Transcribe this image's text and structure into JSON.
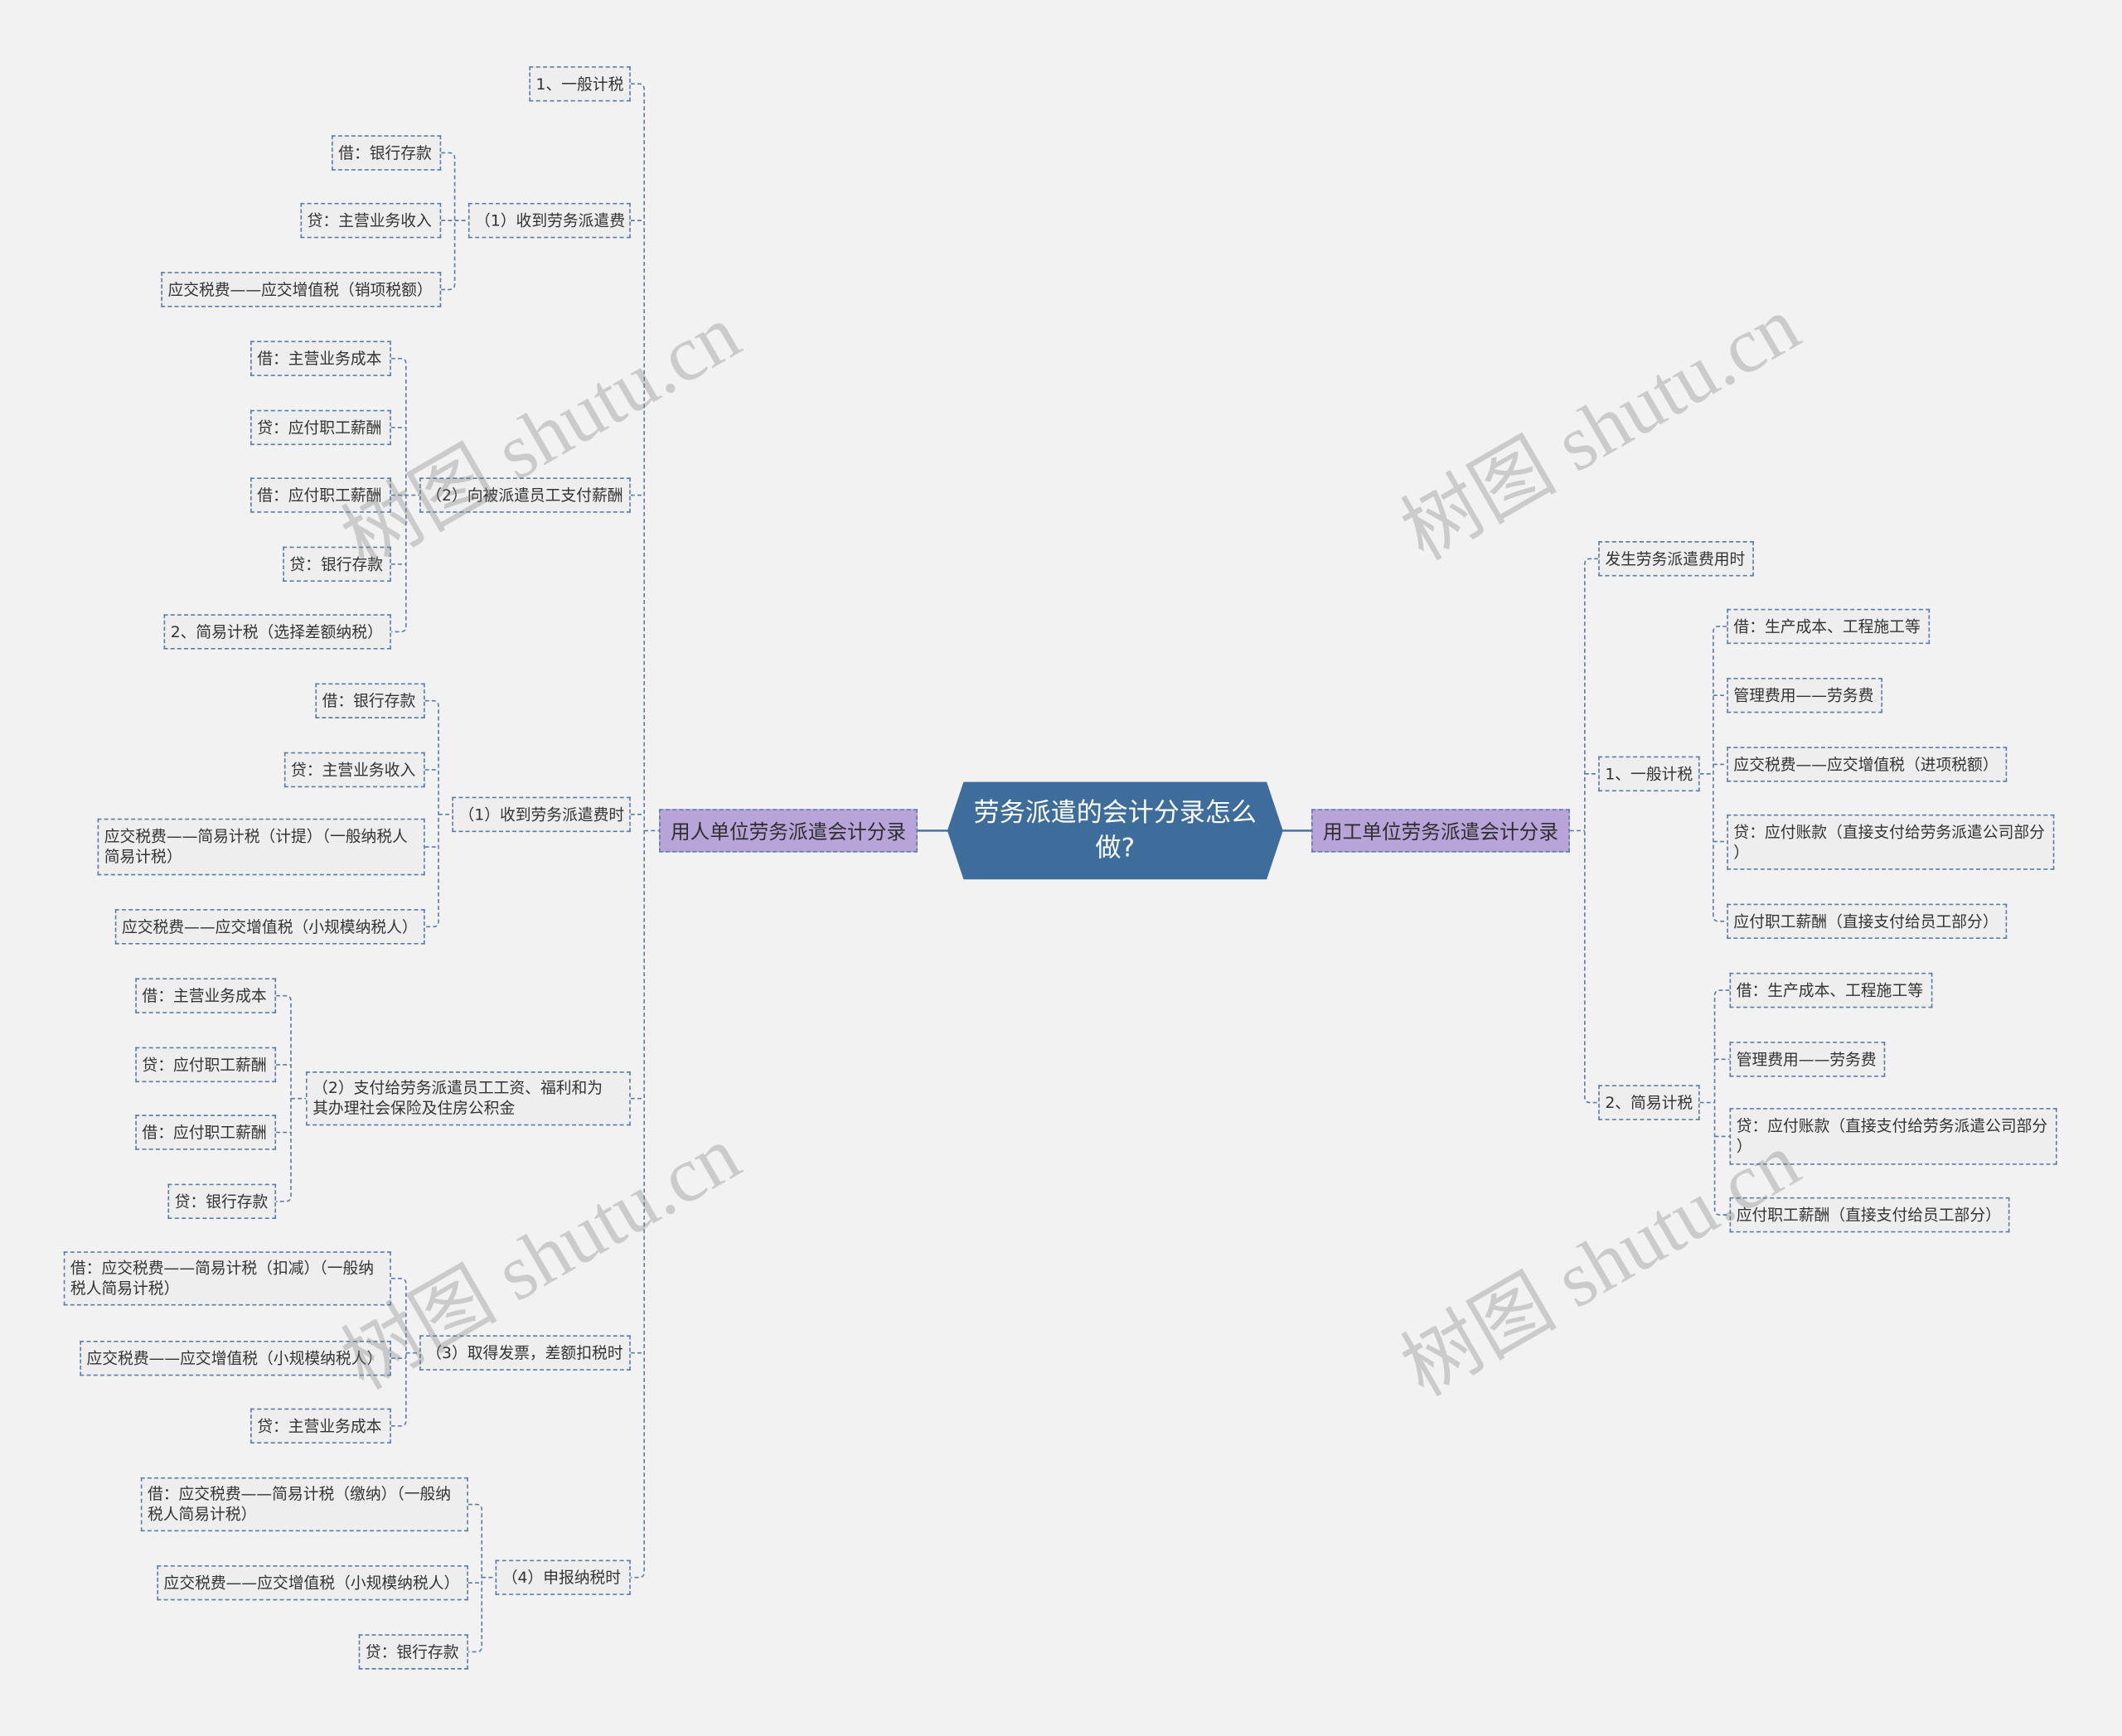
{
  "colors": {
    "background": "#f2f2f2",
    "root_fill": "#3e6d9c",
    "root_text": "#ffffff",
    "branch_fill": "#b9a4da",
    "node_fill": "#eeeeee",
    "line": "#5a7ea9",
    "text": "#333333"
  },
  "watermark": "树图 shutu.cn",
  "root": {
    "title": "劳务派遣的会计分录怎么做?"
  },
  "left_branch": {
    "title": "用人单位劳务派遣会计分录",
    "children": [
      {
        "label": "1、一般计税"
      },
      {
        "label": "（1）收到劳务派遣费",
        "children": [
          "借：银行存款",
          "贷：主营业务收入",
          "应交税费——应交增值税（销项税额）"
        ]
      },
      {
        "label": "（2）向被派遣员工支付薪酬",
        "children": [
          "借：主营业务成本",
          "贷：应付职工薪酬",
          "借：应付职工薪酬",
          "贷：银行存款",
          "2、简易计税（选择差额纳税）"
        ]
      },
      {
        "label": "（1）收到劳务派遣费时",
        "children": [
          "借：银行存款",
          "贷：主营业务收入",
          "应交税费——简易计税（计提）（一般纳税人简易计税）",
          "应交税费——应交增值税（小规模纳税人）"
        ]
      },
      {
        "label": "（2）支付给劳务派遣员工工资、福利和为其办理社会保险及住房公积金",
        "children": [
          "借：主营业务成本",
          "贷：应付职工薪酬",
          "借：应付职工薪酬",
          "贷：银行存款"
        ]
      },
      {
        "label": "（3）取得发票，差额扣税时",
        "children": [
          "借：应交税费——简易计税（扣减）（一般纳税人简易计税）",
          "应交税费——应交增值税（小规模纳税人）",
          "贷：主营业务成本"
        ]
      },
      {
        "label": "（4）申报纳税时",
        "children": [
          "借：应交税费——简易计税（缴纳）（一般纳税人简易计税）",
          "应交税费——应交增值税（小规模纳税人）",
          "贷：银行存款"
        ]
      }
    ]
  },
  "right_branch": {
    "title": "用工单位劳务派遣会计分录",
    "children": [
      {
        "label": "发生劳务派遣费用时"
      },
      {
        "label": "1、一般计税",
        "children": [
          "借：生产成本、工程施工等",
          "管理费用——劳务费",
          "应交税费——应交增值税（进项税额）",
          "贷：应付账款（直接支付给劳务派遣公司部分）",
          "应付职工薪酬（直接支付给员工部分）"
        ]
      },
      {
        "label": "2、简易计税",
        "children": [
          "借：生产成本、工程施工等",
          "管理费用——劳务费",
          "贷：应付账款（直接支付给劳务派遣公司部分）",
          "应付职工薪酬（直接支付给员工部分）"
        ]
      }
    ]
  }
}
